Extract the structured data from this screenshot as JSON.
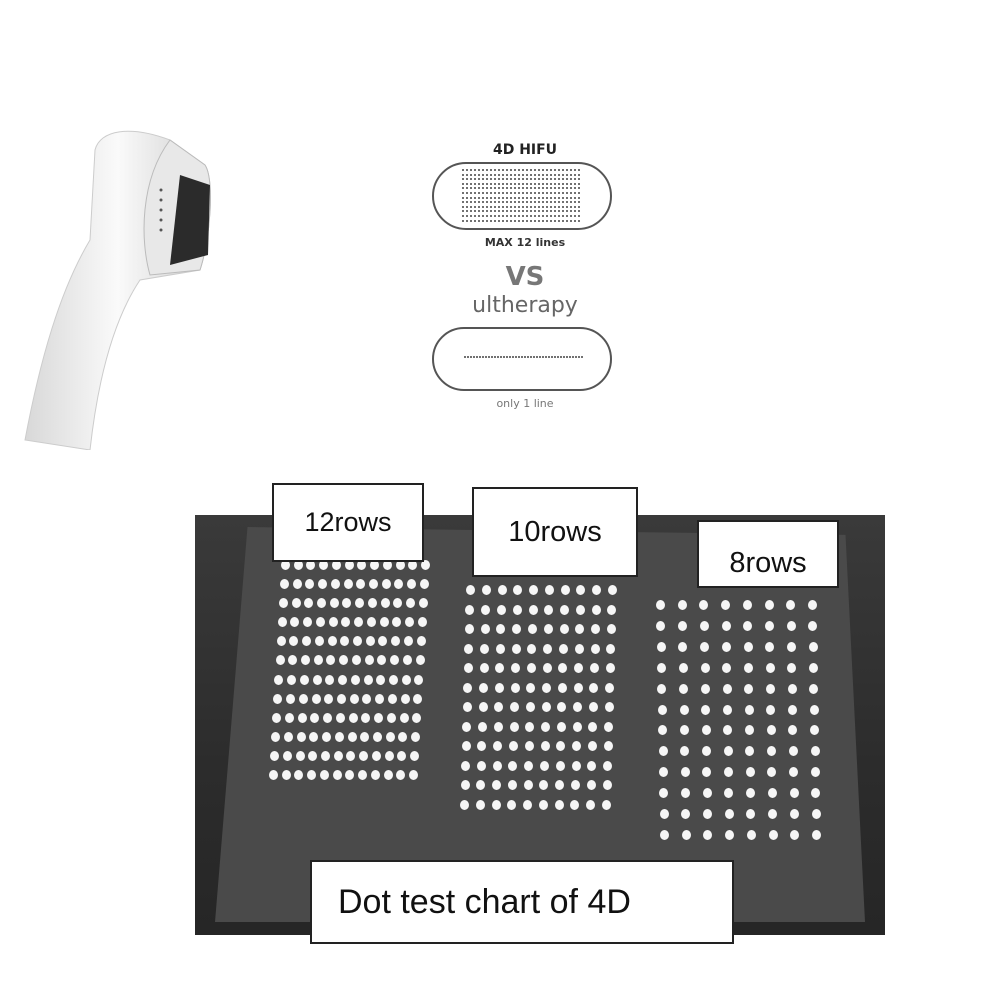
{
  "comparison": {
    "hifu_title": "4D HIFU",
    "hifu_caption": "MAX 12 lines",
    "vs_label": "VS",
    "ultherapy_title": "ultherapy",
    "ultherapy_caption": "only 1 line"
  },
  "dot_test": {
    "groups": [
      {
        "label": "12rows",
        "columns": 12,
        "rows": 12
      },
      {
        "label": "10rows",
        "columns": 10,
        "rows": 12
      },
      {
        "label": "8rows",
        "columns": 8,
        "rows": 12
      }
    ],
    "caption": "Dot test chart of 4D"
  }
}
